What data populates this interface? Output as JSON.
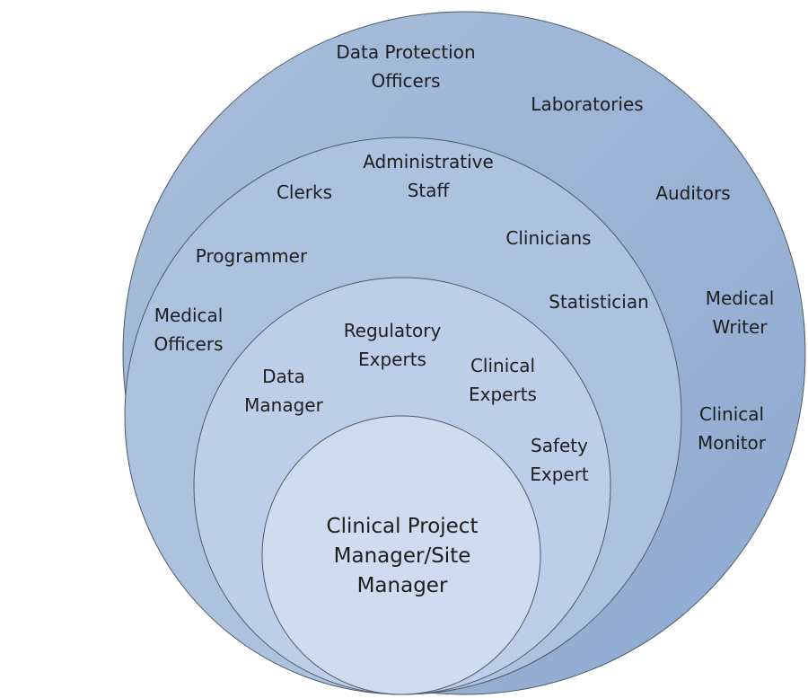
{
  "colors": {
    "outer": "#9db4d4",
    "second": "#adc2df",
    "third": "#bdcfe8",
    "inner": "#cfdcef",
    "stroke": "#4f5a69"
  },
  "rings": {
    "outer": [
      "Data Protection Officers",
      "Laboratories",
      "Auditors",
      "Medical Writer",
      "Clinical Monitor"
    ],
    "second": [
      "Administrative Staff",
      "Clerks",
      "Programmer",
      "Clinicians",
      "Statistician",
      "Medical Officers"
    ],
    "third": [
      "Regulatory Experts",
      "Data Manager",
      "Clinical Experts",
      "Safety Expert"
    ],
    "inner": [
      "Clinical Project Manager/Site Manager"
    ]
  },
  "labels": {
    "dpo1": "Data Protection",
    "dpo2": "Officers",
    "labs": "Laboratories",
    "auditors": "Auditors",
    "mw1": "Medical",
    "mw2": "Writer",
    "cm1": "Clinical",
    "cm2": "Monitor",
    "admin1": "Administrative",
    "admin2": "Staff",
    "clerks": "Clerks",
    "programmer": "Programmer",
    "clinicians": "Clinicians",
    "statistician": "Statistician",
    "mo1": "Medical",
    "mo2": "Officers",
    "reg1": "Regulatory",
    "reg2": "Experts",
    "dm1": "Data",
    "dm2": "Manager",
    "ce1": "Clinical",
    "ce2": "Experts",
    "se1": "Safety",
    "se2": "Expert",
    "cpm1": "Clinical Project",
    "cpm2": "Manager/Site",
    "cpm3": "Manager"
  }
}
